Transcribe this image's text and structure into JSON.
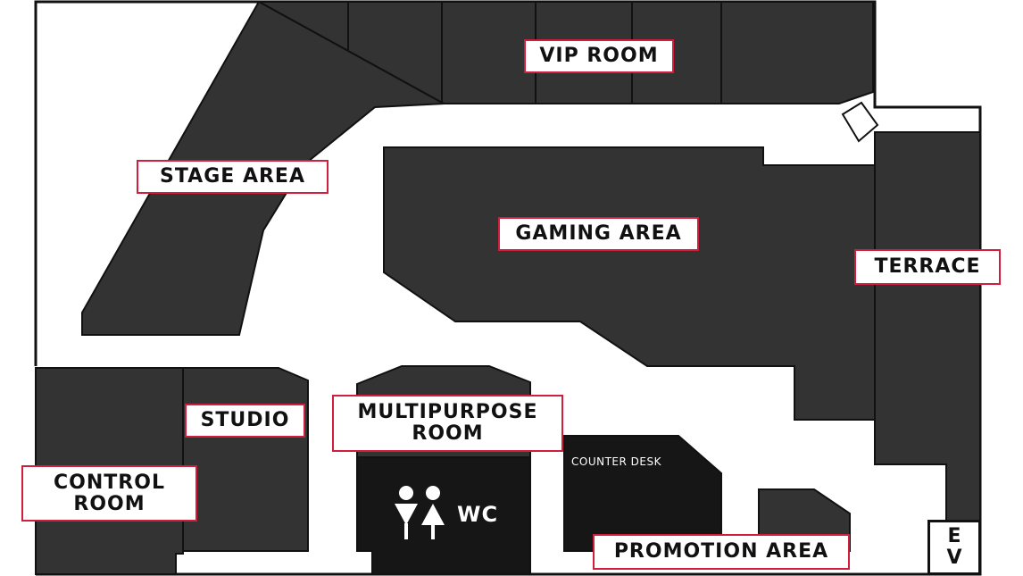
{
  "floor_plan": {
    "labels": {
      "vip_room": "VIP ROOM",
      "stage_area": "STAGE AREA",
      "gaming_area": "GAMING AREA",
      "terrace": "TERRACE",
      "studio": "STUDIO",
      "control_room": [
        "CONTROL",
        "ROOM"
      ],
      "multipurpose_room": [
        "MULTIPURPOSE",
        "ROOM"
      ],
      "promotion_area": "PROMOTION AREA"
    },
    "room_text": {
      "wc": "WC",
      "counter_desk": "COUNTER DESK"
    },
    "elevator": [
      "E",
      "V"
    ],
    "icons": [
      "restroom-icon"
    ],
    "colors": {
      "room_fill": "#333333",
      "wc_fill": "#161616",
      "label_border": "#d01f3c",
      "background": "#ffffff"
    }
  }
}
